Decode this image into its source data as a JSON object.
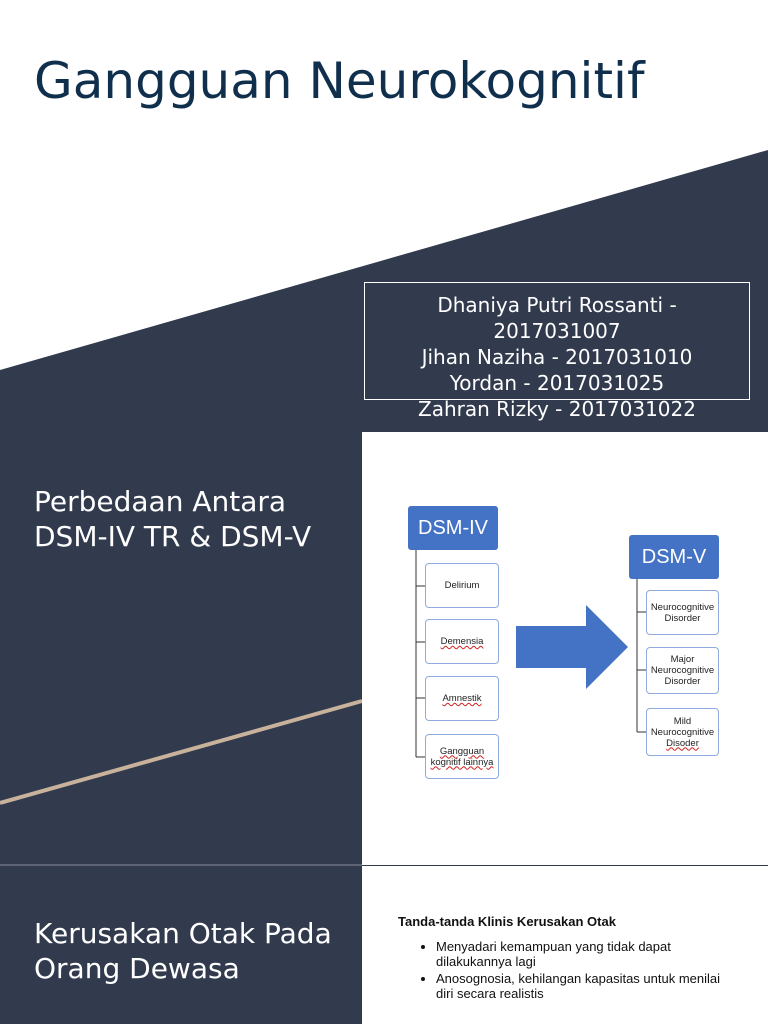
{
  "title": "Gangguan Neurokognitif",
  "authors": [
    "Dhaniya Putri Rossanti -",
    "2017031007",
    "Jihan Naziha - 2017031010",
    "Yordan - 2017031025",
    "Zahran Rizky - 2017031022"
  ],
  "section1": {
    "title_lines": [
      "Perbedaan Antara",
      "DSM-IV TR & DSM-V"
    ]
  },
  "diagram": {
    "left_header": "DSM-IV",
    "left_items": [
      [
        "Delirium"
      ],
      [
        "Demensia"
      ],
      [
        "Amnestik"
      ],
      [
        "Gangguan",
        "kognitif lainnya"
      ]
    ],
    "right_header": "DSM-V",
    "right_items": [
      [
        "Neurocognitive",
        "Disorder"
      ],
      [
        "Major",
        "Neurocognitive",
        "Disorder"
      ],
      [
        "Mild",
        "Neurocognitive",
        "Disoder"
      ]
    ]
  },
  "section2": {
    "title_lines": [
      "Kerusakan Otak Pada",
      "Orang Dewasa"
    ],
    "heading": "Tanda-tanda Klinis Kerusakan Otak",
    "bullets": [
      "Menyadari kemampuan yang tidak dapat dilakukannya lagi",
      "Anosognosia, kehilangan kapasitas untuk menilai diri secara realistis"
    ]
  },
  "colors": {
    "navy": "#323a4e",
    "title_blue": "#0f2f4d",
    "accent_blue": "#4472c4",
    "tan_line": "#c9b29b"
  }
}
